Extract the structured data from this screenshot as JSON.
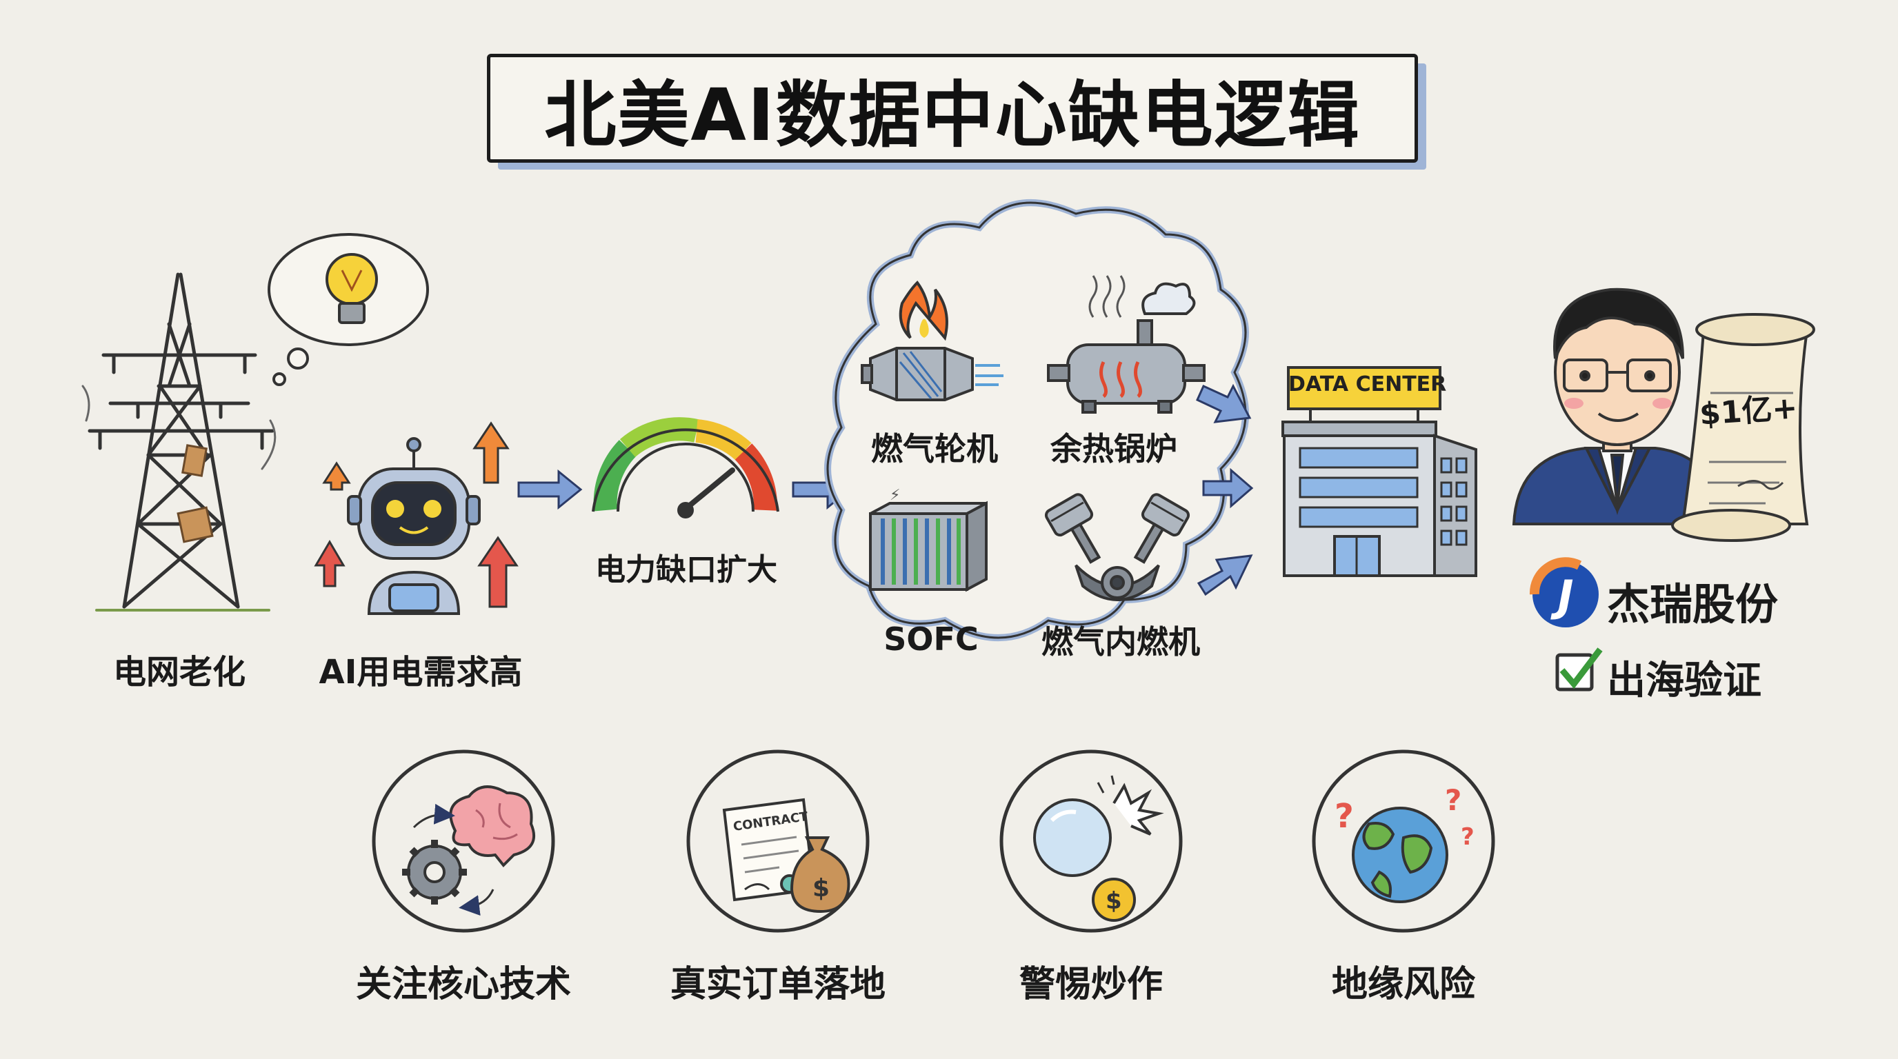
{
  "title": "北美AI数据中心缺电逻辑",
  "causes": {
    "grid": "电网老化",
    "ai_demand": "AI用电需求高"
  },
  "gap": "电力缺口扩大",
  "solutions": [
    {
      "label": "燃气轮机",
      "icon": "gas-turbine-icon"
    },
    {
      "label": "余热锅炉",
      "icon": "waste-heat-boiler-icon"
    },
    {
      "label": "SOFC",
      "icon": "fuel-cell-stack-icon"
    },
    {
      "label": "燃气内燃机",
      "icon": "engine-piston-icon"
    }
  ],
  "data_center": {
    "sign": "DATA CENTER"
  },
  "company": {
    "scroll_text": "$1亿+",
    "name": "杰瑞股份",
    "logo_letter": "J",
    "status": "出海验证"
  },
  "points": [
    {
      "label": "关注核心技术",
      "icon": "brain-gear-icon"
    },
    {
      "label": "真实订单落地",
      "icon": "contract-moneybag-icon",
      "contract": "CONTRACT"
    },
    {
      "label": "警惕炒作",
      "icon": "bubble-burst-icon"
    },
    {
      "label": "地缘风险",
      "icon": "globe-question-icon"
    }
  ],
  "colors": {
    "arrow": "#7f9fd6",
    "arrow_stroke": "#2b3a66",
    "gauge_green": "#4caf50",
    "gauge_yellow": "#f2c230",
    "gauge_red": "#e0492f",
    "up_arrow_orange": "#f08a3a",
    "up_arrow_red": "#e4574c",
    "cloud_edge": "#9fb4d6"
  }
}
